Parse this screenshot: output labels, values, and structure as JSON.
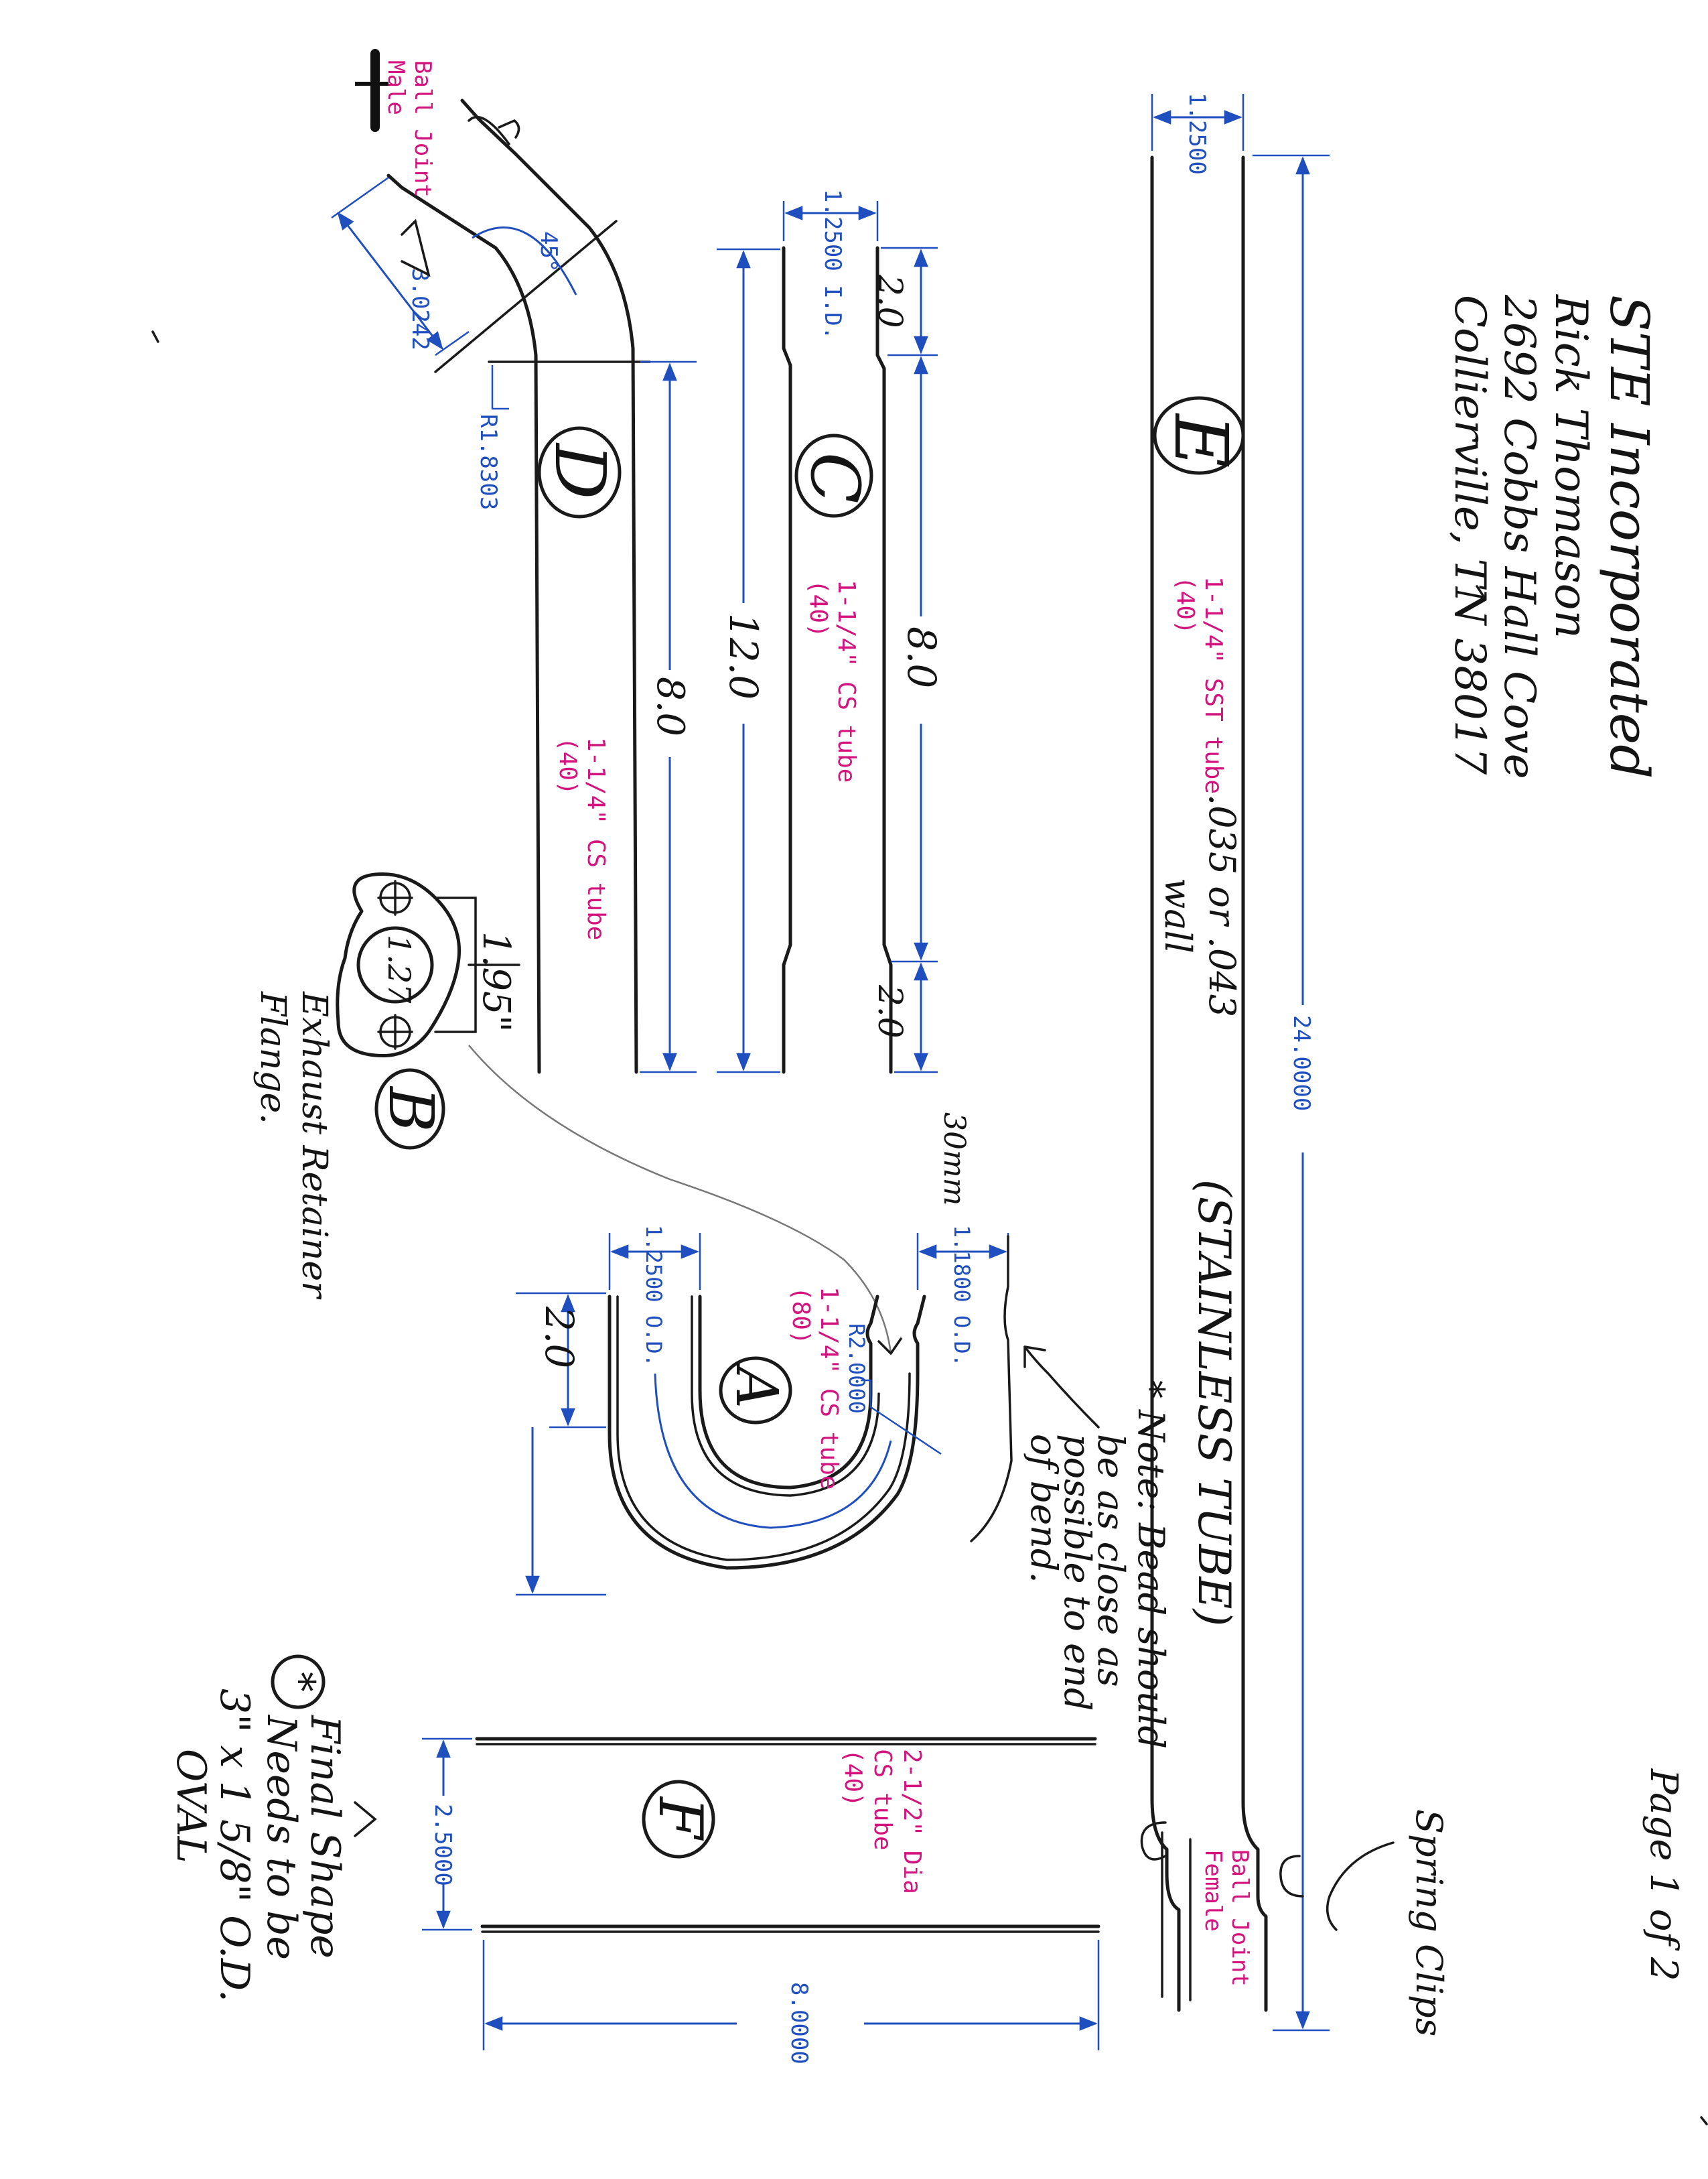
{
  "header": {
    "company": "STE Incorporated",
    "name": "Rick Thomason",
    "street": "2692 Cobbs Hall Cove",
    "city": "Collierville, TN 38017",
    "page": "Page 1 of 2"
  },
  "parts": {
    "E": {
      "letter": "E",
      "material_1": "1-1/4\" SST tube",
      "material_2": "(40)",
      "wall_1": ".035 or .043",
      "wall_2": "wall",
      "stainless": "(STAINLESS TUBE)",
      "dim_width": "1.2500",
      "dim_length": "24.0000",
      "spring_clips": "Spring Clips",
      "ball_joint_1": "Ball Joint",
      "ball_joint_2": "Female"
    },
    "C": {
      "letter": "C",
      "material_1": "1-1/4\" CS tube",
      "material_2": "(40)",
      "dim_id": "1.2500 I.D.",
      "dim_end_top": "2.0",
      "dim_mid": "8.0",
      "dim_end_bottom": "2.0",
      "dim_total": "12.0"
    },
    "D": {
      "letter": "D",
      "material_1": "1-1/4\" CS tube",
      "material_2": "(40)",
      "dim_angle": "45°",
      "dim_length_bend": "3.0242",
      "dim_radius": "R1.8303",
      "dim_straight": "8.0",
      "ball_joint_1": "Ball Joint",
      "ball_joint_2": "Male"
    },
    "B": {
      "letter": "B",
      "dim_bore": "1.27",
      "dim_width": "1.95\"",
      "desc_1": "Exhaust Retainer",
      "desc_2": "Flange."
    },
    "A": {
      "letter": "A",
      "material_1": "1-1/4\" CS tube",
      "material_2": "(80)",
      "dim_od_left": "1.2500 O.D.",
      "dim_od_right": "1.1800 O.D.",
      "dim_od_mm": "30mm",
      "dim_radius": "R2.0000",
      "dim_leg": "2.0",
      "note_1": "* Note: Bead should",
      "note_2": "be as close as",
      "note_3": "possible to end",
      "note_4": "of bend."
    },
    "F": {
      "letter": "F",
      "material_1": "2-1/2\" Dia",
      "material_2": "CS tube",
      "material_3": "(40)",
      "dim_width": "2.5000",
      "dim_length": "8.0000",
      "note_1": "Final Shape",
      "note_2": "Needs to be",
      "note_3": "3\" x 1 5/8\" O.D.",
      "note_4": "OVAL",
      "note_star": "*"
    }
  }
}
